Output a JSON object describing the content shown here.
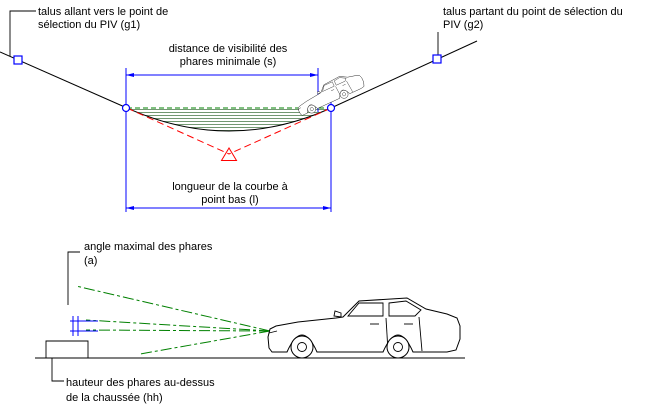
{
  "figure": {
    "type": "road-design-sag-curve-diagram",
    "colors": {
      "dimension_blue": "#0000ff",
      "beam_green": "#008000",
      "tangent_red": "#ff0000",
      "line_black": "#000000",
      "hatch_green": "#4e7e4e",
      "background": "#ffffff"
    },
    "labels": {
      "g1": {
        "line1": "talus allant vers le point de",
        "line2": "sélection du PIV (g1)"
      },
      "g2": {
        "line1": "talus partant du point de sélection du",
        "line2": "PIV (g2)"
      },
      "sight_distance": {
        "line1": "distance de visibilité des",
        "line2": "phares minimale (s)"
      },
      "curve_length": {
        "line1": "longueur de la courbe à",
        "line2": "point bas (l)"
      },
      "headlight_angle": {
        "line1": "angle maximal des phares",
        "line2": "(a)"
      },
      "headlight_height": {
        "line1": "hauteur des phares au-dessus",
        "line2": "de la chaussée (hh)"
      }
    }
  }
}
